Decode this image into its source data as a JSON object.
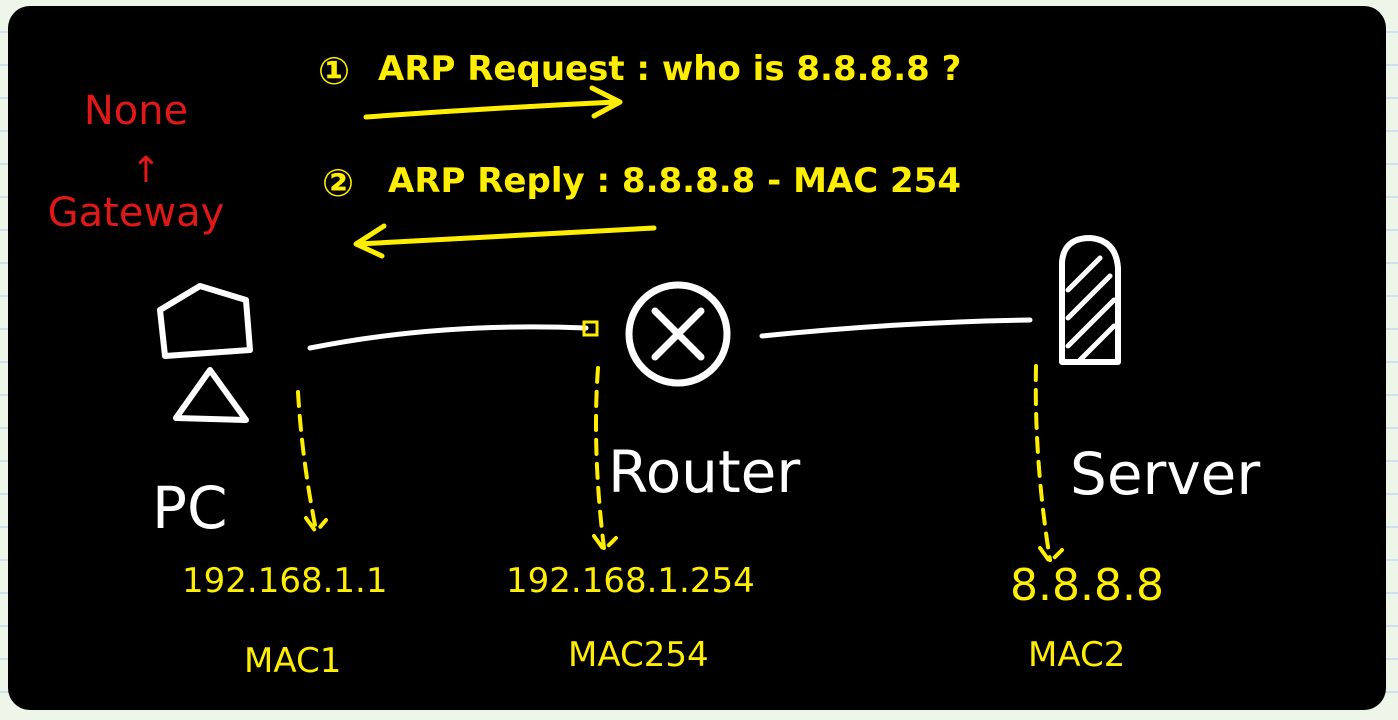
{
  "colors": {
    "board": "#000000",
    "annotation": "#ffee00",
    "gateway_note": "#e01818",
    "device": "#ffffff",
    "page": "#eef6ea"
  },
  "steps": {
    "request": {
      "number": "①",
      "text": "ARP Request : who is 8.8.8.8 ?"
    },
    "reply": {
      "number": "②",
      "text": "ARP Reply : 8.8.8.8 - MAC 254"
    }
  },
  "gateway_note": {
    "value": "None",
    "arrow": "↑",
    "label": "Gateway"
  },
  "devices": {
    "pc": {
      "label": "PC",
      "icon": "pc-icon",
      "ip": "192.168.1.1",
      "mac": "MAC1"
    },
    "router": {
      "label": "Router",
      "icon": "router-icon",
      "ip": "192.168.1.254",
      "mac": "MAC254"
    },
    "server": {
      "label": "Server",
      "icon": "server-icon",
      "ip": "8.8.8.8",
      "mac": "MAC2"
    }
  }
}
